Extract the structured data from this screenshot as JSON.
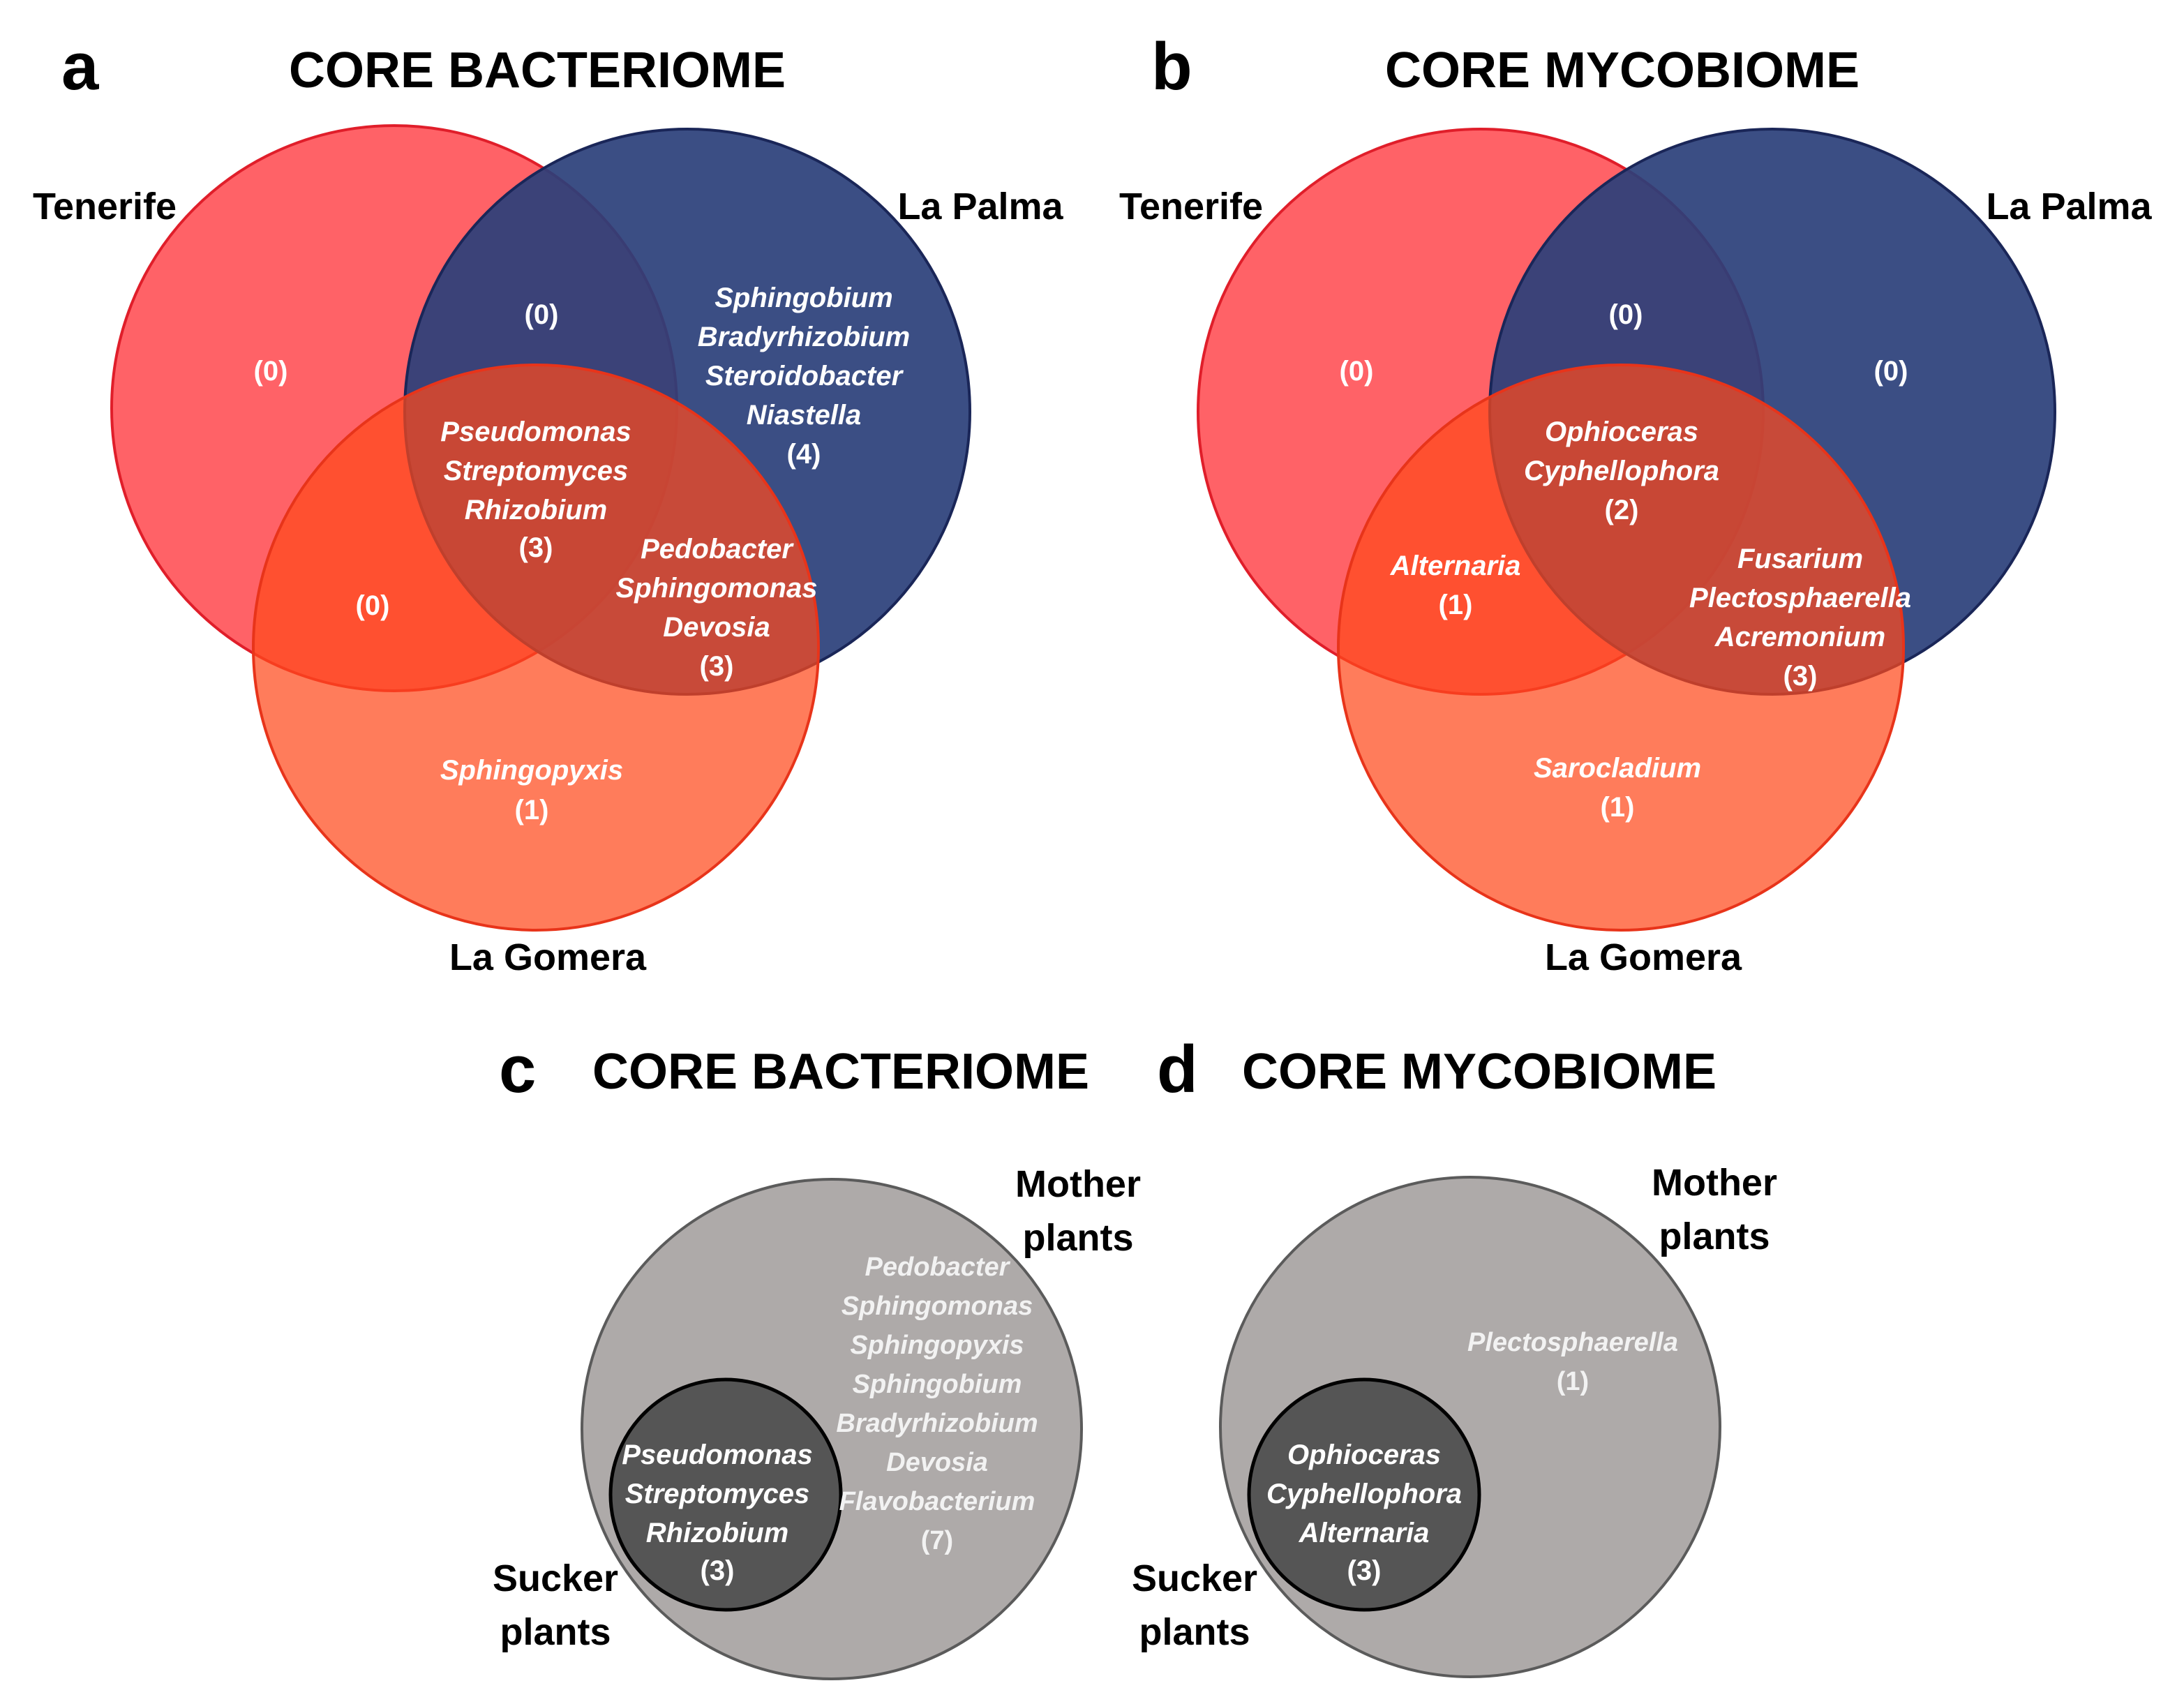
{
  "colors": {
    "tenerife": "#ff5a5f",
    "la_palma": "#2a3f7a",
    "la_gomera": "#ff4a1c",
    "mother_plants": "#aeaaa9",
    "sucker_plants": "#555555"
  },
  "panel_a": {
    "letter": "a",
    "title": "CORE BACTERIOME",
    "labels": {
      "tenerife": "Tenerife",
      "la_palma": "La Palma",
      "la_gomera": "La Gomera"
    },
    "regions": {
      "tenerife_only": {
        "genera": [],
        "count": "(0)"
      },
      "tenerife_la_palma": {
        "genera": [],
        "count": "(0)"
      },
      "la_palma_only": {
        "genera": [
          "Sphingobium",
          "Bradyrhizobium",
          "Steroidobacter",
          "Niastella"
        ],
        "count": "(4)"
      },
      "all_three": {
        "genera": [
          "Pseudomonas",
          "Streptomyces",
          "Rhizobium"
        ],
        "count": "(3)"
      },
      "tenerife_la_gomera": {
        "genera": [],
        "count": "(0)"
      },
      "la_palma_la_gomera": {
        "genera": [
          "Pedobacter",
          "Sphingomonas",
          "Devosia"
        ],
        "count": "(3)"
      },
      "la_gomera_only": {
        "genera": [
          "Sphingopyxis"
        ],
        "count": "(1)"
      }
    }
  },
  "panel_b": {
    "letter": "b",
    "title": "CORE MYCOBIOME",
    "labels": {
      "tenerife": "Tenerife",
      "la_palma": "La Palma",
      "la_gomera": "La Gomera"
    },
    "regions": {
      "tenerife_only": {
        "genera": [],
        "count": "(0)"
      },
      "tenerife_la_palma": {
        "genera": [],
        "count": "(0)"
      },
      "la_palma_only": {
        "genera": [],
        "count": "(0)"
      },
      "all_three": {
        "genera": [
          "Ophioceras",
          "Cyphellophora"
        ],
        "count": "(2)"
      },
      "tenerife_la_gomera": {
        "genera": [
          "Alternaria"
        ],
        "count": "(1)"
      },
      "la_palma_la_gomera": {
        "genera": [
          "Fusarium",
          "Plectosphaerella",
          "Acremonium"
        ],
        "count": "(3)"
      },
      "la_gomera_only": {
        "genera": [
          "Sarocladium"
        ],
        "count": "(1)"
      }
    }
  },
  "panel_c": {
    "letter": "c",
    "title": "CORE BACTERIOME",
    "labels": {
      "mother_line1": "Mother",
      "mother_line2": "plants",
      "sucker_line1": "Sucker",
      "sucker_line2": "plants"
    },
    "regions": {
      "mother_only": {
        "genera": [
          "Pedobacter",
          "Sphingomonas",
          "Sphingopyxis",
          "Sphingobium",
          "Bradyrhizobium",
          "Devosia",
          "Flavobacterium"
        ],
        "count": "(7)"
      },
      "sucker_shared": {
        "genera": [
          "Pseudomonas",
          "Streptomyces",
          "Rhizobium"
        ],
        "count": "(3)"
      }
    }
  },
  "panel_d": {
    "letter": "d",
    "title": "CORE MYCOBIOME",
    "labels": {
      "mother_line1": "Mother",
      "mother_line2": "plants",
      "sucker_line1": "Sucker",
      "sucker_line2": "plants"
    },
    "regions": {
      "mother_only": {
        "genera": [
          "Plectosphaerella"
        ],
        "count": "(1)"
      },
      "sucker_shared": {
        "genera": [
          "Ophioceras",
          "Cyphellophora",
          "Alternaria"
        ],
        "count": "(3)"
      }
    }
  }
}
